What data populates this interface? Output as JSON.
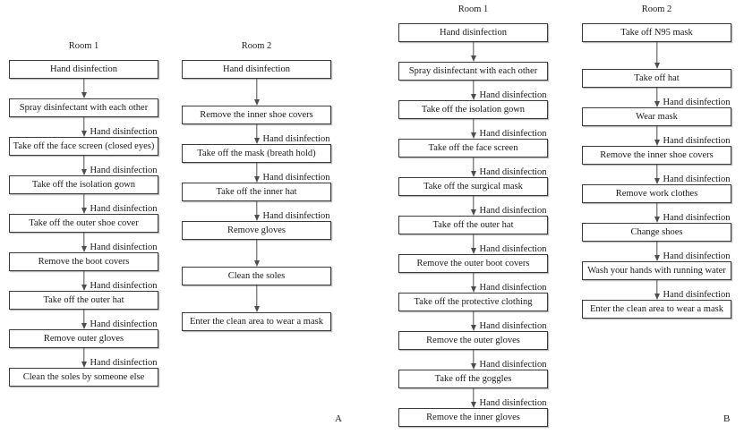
{
  "figure": {
    "panels": [
      {
        "id": "A",
        "label": "A",
        "columns": [
          {
            "id": "a-room1",
            "title": "Room 1",
            "nodes": [
              "Hand disinfection",
              "Spray disinfectant with each other",
              "Take off the face screen (closed eyes)",
              "Take off the isolation gown",
              "Take off the outer shoe cover",
              "Remove the boot covers",
              "Take off the outer hat",
              "Remove outer gloves",
              "Clean the soles by someone else"
            ],
            "edges": [
              {
                "label": "",
                "length": "short"
              },
              {
                "label": "Hand disinfection",
                "length": "short"
              },
              {
                "label": "Hand disinfection",
                "length": "short"
              },
              {
                "label": "Hand disinfection",
                "length": "short"
              },
              {
                "label": "Hand disinfection",
                "length": "short"
              },
              {
                "label": "Hand disinfection",
                "length": "short"
              },
              {
                "label": "Hand disinfection",
                "length": "short"
              },
              {
                "label": "Hand disinfection",
                "length": "short"
              }
            ]
          },
          {
            "id": "a-room2",
            "title": "Room 2",
            "nodes": [
              "Hand disinfection",
              "Remove the inner shoe covers",
              "Take off the mask (breath hold)",
              "Take off the inner hat",
              "Remove gloves",
              "Clean the soles",
              "Enter the clean area to wear a mask"
            ],
            "edges": [
              {
                "label": "",
                "length": "long"
              },
              {
                "label": "Hand disinfection",
                "length": "short"
              },
              {
                "label": "Hand disinfection",
                "length": "short"
              },
              {
                "label": "Hand disinfection",
                "length": "short"
              },
              {
                "label": "",
                "length": "long"
              },
              {
                "label": "",
                "length": "long"
              }
            ]
          }
        ]
      },
      {
        "id": "B",
        "label": "B",
        "columns": [
          {
            "id": "b-room1",
            "title": "Room 1",
            "nodes": [
              "Hand disinfection",
              "Spray disinfectant with each other",
              "Take off the isolation gown",
              "Take off the face screen",
              "Take off the surgical mask",
              "Take off the outer hat",
              "Remove the outer boot covers",
              "Take off the protective clothing",
              "Remove the outer gloves",
              "Take off the goggles",
              "Remove the inner gloves"
            ],
            "edges": [
              {
                "label": "",
                "length": "short"
              },
              {
                "label": "Hand disinfection",
                "length": "short"
              },
              {
                "label": "Hand disinfection",
                "length": "short"
              },
              {
                "label": "Hand disinfection",
                "length": "short"
              },
              {
                "label": "Hand disinfection",
                "length": "short"
              },
              {
                "label": "Hand disinfection",
                "length": "short"
              },
              {
                "label": "Hand disinfection",
                "length": "short"
              },
              {
                "label": "Hand disinfection",
                "length": "short"
              },
              {
                "label": "Hand disinfection",
                "length": "short"
              },
              {
                "label": "Hand disinfection",
                "length": "short"
              }
            ]
          },
          {
            "id": "b-room2",
            "title": "Room 2",
            "nodes": [
              "Take off N95 mask",
              "Take off hat",
              "Wear mask",
              "Remove the inner shoe covers",
              "Remove work clothes",
              "Change shoes",
              "Wash your hands with running water",
              "Enter the clean area to wear a mask"
            ],
            "edges": [
              {
                "label": "",
                "length": "long"
              },
              {
                "label": "Hand disinfection",
                "length": "short"
              },
              {
                "label": "Hand disinfection",
                "length": "short"
              },
              {
                "label": "Hand disinfection",
                "length": "short"
              },
              {
                "label": "Hand disinfection",
                "length": "short"
              },
              {
                "label": "Hand disinfection",
                "length": "short"
              },
              {
                "label": "Hand disinfection",
                "length": "short"
              }
            ]
          }
        ]
      }
    ]
  },
  "colors": {
    "box_border": "#3a3a3a",
    "box_shadow": "#b9b9b9",
    "arrow": "#4d4d4d",
    "text": "#1a1a1a",
    "background": "#ffffff"
  }
}
